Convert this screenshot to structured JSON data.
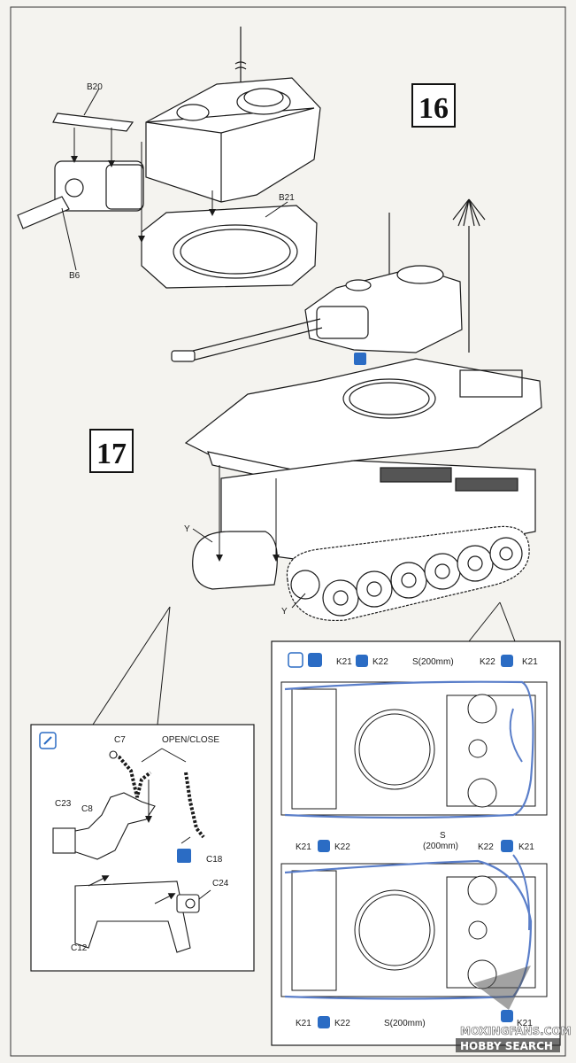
{
  "steps": {
    "s16": "16",
    "s17": "17"
  },
  "parts_top": {
    "b20": "B20",
    "b21": "B21",
    "b6": "B6"
  },
  "parts_main": {
    "y_top": "Y",
    "y_bottom": "Y"
  },
  "inset_left": {
    "c7": "C7",
    "open_close": "OPEN/CLOSE",
    "c23": "C23",
    "c8": "C8",
    "c18": "C18",
    "c24": "C24",
    "c12": "C12"
  },
  "inset_right": {
    "k21_a": "K21",
    "k22_a": "K22",
    "s_a": "S(200mm)",
    "k22_b": "K22",
    "k21_b": "K21",
    "k21_c": "K21",
    "k22_c": "K22",
    "s_b_line1": "S",
    "s_b_line2": "(200mm)",
    "k22_d": "K22",
    "k21_d": "K21",
    "k21_e": "K21",
    "k22_e": "K22",
    "s_c": "S(200mm)",
    "k21_f": "K21"
  },
  "watermark": {
    "line1": "MOXINGFANS.COM",
    "line2": "HOBBY SEARCH"
  },
  "colors": {
    "ink": "#1a1a1a",
    "cable_blue": "#5a7ec9",
    "paper": "#f4f3ef",
    "icon_blue": "#2b6cc4"
  }
}
